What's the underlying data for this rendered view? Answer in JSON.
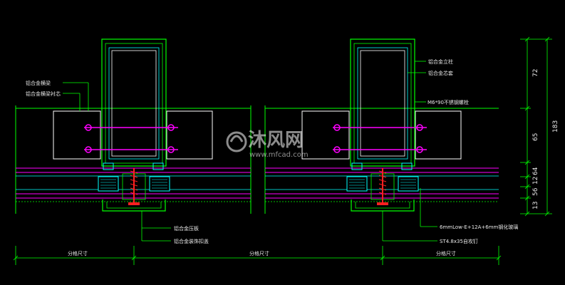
{
  "watermark": {
    "brand_cn": "沐风网",
    "url": "www.mfcad.com",
    "logo_icon": "mf-logo-icon"
  },
  "labels": {
    "left_transom": "铝合金横梁",
    "left_transom_liner": "铝合金横梁衬芯",
    "left_pressure_plate": "铝合金压板",
    "left_cover_cap": "铝合金装饰扣盖",
    "right_mullion": "铝合金立柱",
    "right_mullion_liner": "铝合金芯套",
    "right_bolt": "M6*90不锈钢螺栓",
    "right_glass": "6mmLow-E+12A+6mm钢化玻璃",
    "right_screw": "ST4.8x35自攻钉",
    "span_left": "分格尺寸",
    "span_mid": "分格尺寸",
    "span_right": "分格尺寸"
  },
  "dimensions": {
    "d72": "72",
    "d65": "65",
    "d64": "64",
    "d12": "12",
    "d56": "56",
    "d13": "13",
    "total": "183"
  },
  "colors": {
    "background": "#000000",
    "frame": "#00ff00",
    "glass": "#ff00ff",
    "gasket": "#00ffff",
    "bolt": "#ff00ff",
    "screw": "#ff2020",
    "text": "#e8e8e8",
    "dim_line": "#00ff00"
  }
}
